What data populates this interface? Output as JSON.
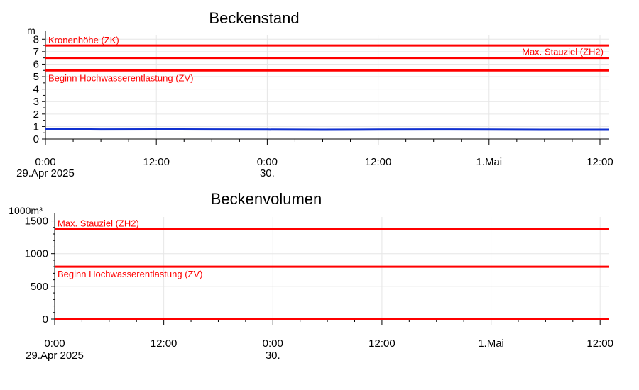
{
  "colors": {
    "reference": "#ff0000",
    "series": "#1030d0",
    "grid": "#e6e6e6",
    "axis": "#000000"
  },
  "chart_data": [
    {
      "type": "line",
      "title": "Beckenstand",
      "ylabel": "m",
      "ylim": [
        0,
        8.3
      ],
      "yticks": [
        0,
        1,
        2,
        3,
        4,
        5,
        6,
        7,
        8
      ],
      "xlim_hours": [
        0,
        61
      ],
      "xticks": [
        {
          "hour": 0,
          "label": "0:00",
          "sublabel": "29.Apr 2025"
        },
        {
          "hour": 12,
          "label": "12:00",
          "sublabel": ""
        },
        {
          "hour": 24,
          "label": "0:00",
          "sublabel": "30."
        },
        {
          "hour": 36,
          "label": "12:00",
          "sublabel": ""
        },
        {
          "hour": 48,
          "label": "1.Mai",
          "sublabel": ""
        },
        {
          "hour": 60,
          "label": "12:00",
          "sublabel": ""
        }
      ],
      "grid": true,
      "reference_lines": [
        {
          "label": "Kronenhöhe (ZK)",
          "value": 7.5,
          "label_position": "top-left"
        },
        {
          "label": "Max. Stauziel (ZH2)",
          "value": 6.5,
          "label_position": "below-right"
        },
        {
          "label": "Beginn Hochwasserentlastung (ZV)",
          "value": 5.5,
          "label_position": "below-left"
        }
      ],
      "series": [
        {
          "x": [
            0,
            6,
            12,
            18,
            24,
            30,
            36,
            42,
            48,
            54,
            61
          ],
          "values": [
            0.78,
            0.76,
            0.77,
            0.76,
            0.75,
            0.74,
            0.75,
            0.76,
            0.75,
            0.74,
            0.74
          ]
        }
      ]
    },
    {
      "type": "line",
      "title": "Beckenvolumen",
      "ylabel": "1000m³",
      "ylim": [
        0,
        1560
      ],
      "yticks": [
        0,
        500,
        1000,
        1500
      ],
      "xlim_hours": [
        0,
        61
      ],
      "xticks": [
        {
          "hour": 0,
          "label": "0:00",
          "sublabel": "29.Apr 2025"
        },
        {
          "hour": 12,
          "label": "12:00",
          "sublabel": ""
        },
        {
          "hour": 24,
          "label": "0:00",
          "sublabel": "30."
        },
        {
          "hour": 36,
          "label": "12:00",
          "sublabel": ""
        },
        {
          "hour": 48,
          "label": "1.Mai",
          "sublabel": ""
        },
        {
          "hour": 60,
          "label": "12:00",
          "sublabel": ""
        }
      ],
      "grid": true,
      "reference_lines": [
        {
          "label": "Max. Stauziel (ZH2)",
          "value": 1380,
          "label_position": "top-left"
        },
        {
          "label": "Beginn Hochwasserentlastung (ZV)",
          "value": 800,
          "label_position": "below-left"
        }
      ],
      "series": [
        {
          "x": [
            0,
            61
          ],
          "values": [
            0,
            0
          ]
        }
      ]
    }
  ]
}
